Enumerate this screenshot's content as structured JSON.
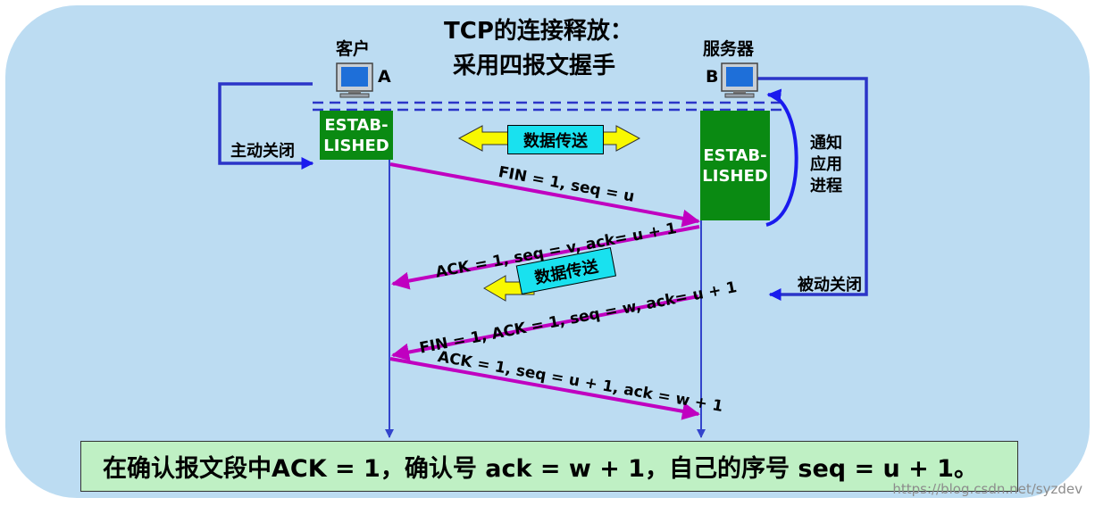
{
  "title": {
    "line1": "TCP的连接释放：",
    "line2": "采用四报文握手"
  },
  "client": {
    "label": "客户",
    "id": "A"
  },
  "server": {
    "label": "服务器",
    "id": "B"
  },
  "client_state": {
    "line1": "ESTAB-",
    "line2": "LISHED"
  },
  "server_state": {
    "line1": "ESTAB-",
    "line2": "LISHED"
  },
  "side_labels": {
    "active_close": "主动关闭",
    "passive_close": "被动关闭",
    "notify_line1": "通知",
    "notify_line2": "应用",
    "notify_line3": "进程"
  },
  "data_transfer_1": "数据传送",
  "data_transfer_2": "数据传送",
  "messages": [
    {
      "text": "FIN = 1, seq = u"
    },
    {
      "text": "ACK = 1, seq = v, ack= u + 1"
    },
    {
      "text": "FIN = 1, ACK = 1, seq = w, ack= u + 1"
    },
    {
      "text": "ACK = 1, seq = u + 1, ack = w + 1"
    }
  ],
  "bottom_note": "在确认报文段中ACK = 1，确认号 ack = w + 1，自己的序号 seq = u + 1。",
  "watermark": "https://blog.csdn.net/syzdev",
  "colors": {
    "background": "#bcdcf2",
    "message_arrow": "#c000c0",
    "timeline": "#3344cc",
    "established": "#0a8a12",
    "bubble": "#19e1ef",
    "bubble_arrow": "#f8f800",
    "note_box": "#bff0c4"
  }
}
